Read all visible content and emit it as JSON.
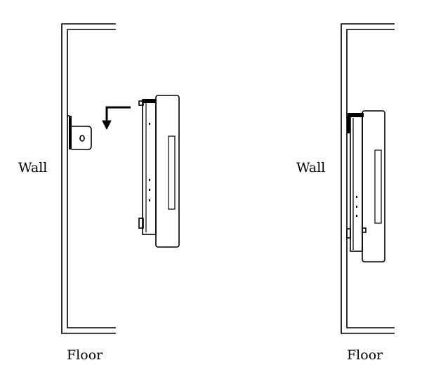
{
  "panels": [
    {
      "wall_label": "Wall",
      "floor_label": "Floor"
    },
    {
      "wall_label": "Wall",
      "floor_label": "Floor"
    }
  ],
  "colors": {
    "line": "#000000",
    "background": "#ffffff"
  }
}
